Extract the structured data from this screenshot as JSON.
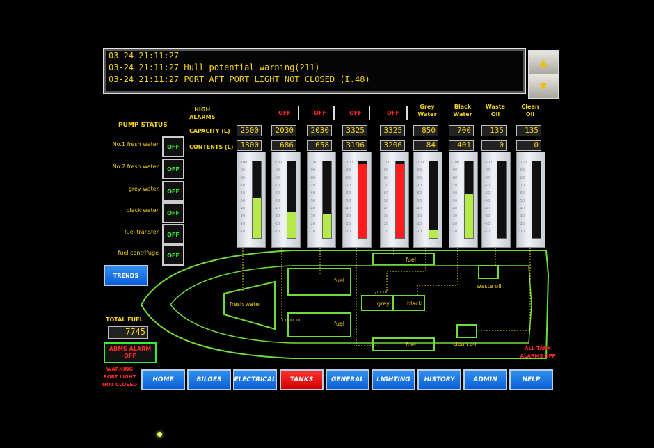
{
  "alarm_log": {
    "lines": [
      "03-24 21:11:27",
      "03-24 21:11:27 Hull potential warning(211)",
      "03-24 21:11:27 PORT AFT PORT LIGHT NOT CLOSED (I.48)"
    ],
    "scroll_up_icon": "up-arrow-icon",
    "scroll_down_icon": "down-arrow-icon"
  },
  "pump_status": {
    "title": "PUMP STATUS",
    "pumps": [
      {
        "name": "No.1 fresh water",
        "state": "OFF"
      },
      {
        "name": "No.2 fresh water",
        "state": "OFF"
      },
      {
        "name": "grey water",
        "state": "OFF"
      },
      {
        "name": "black water",
        "state": "OFF"
      },
      {
        "name": "fuel transfer",
        "state": "OFF"
      },
      {
        "name": "fuel centrifuge",
        "state": "OFF"
      }
    ]
  },
  "row_labels": {
    "high_alarms": "HIGH\nALARMS",
    "capacity": "CAPACITY (L)",
    "contents": "CONTENTS (L)"
  },
  "tanks": [
    {
      "header": "",
      "high_alarm": "",
      "capacity": "2500",
      "contents": "1300",
      "level": 0.52,
      "color": "#b6ea4a"
    },
    {
      "header": "",
      "high_alarm": "OFF",
      "capacity": "2030",
      "contents": "686",
      "level": 0.34,
      "color": "#b6ea4a"
    },
    {
      "header": "",
      "high_alarm": "OFF",
      "capacity": "2030",
      "contents": "658",
      "level": 0.32,
      "color": "#b6ea4a"
    },
    {
      "header": "",
      "high_alarm": "OFF",
      "capacity": "3325",
      "contents": "3196",
      "level": 0.96,
      "color": "#ff1e1e"
    },
    {
      "header": "",
      "high_alarm": "OFF",
      "capacity": "3325",
      "contents": "3206",
      "level": 0.96,
      "color": "#ff1e1e"
    },
    {
      "header": "Grey\nWater",
      "high_alarm": "",
      "capacity": "850",
      "contents": "84",
      "level": 0.1,
      "color": "#b6ea4a"
    },
    {
      "header": "Black\nWater",
      "high_alarm": "",
      "capacity": "700",
      "contents": "401",
      "level": 0.57,
      "color": "#b6ea4a"
    },
    {
      "header": "Waste\nOil",
      "high_alarm": "",
      "capacity": "135",
      "contents": "0",
      "level": 0.0,
      "color": "#b6ea4a"
    },
    {
      "header": "Clean\nOil",
      "high_alarm": "",
      "capacity": "135",
      "contents": "0",
      "level": 0.0,
      "color": "#b6ea4a"
    }
  ],
  "hull_tanks": {
    "fresh_water": "fresh water",
    "fuel_fwd_port": "fuel",
    "fuel_fwd_stbd": "fuel",
    "fuel_aft_top": "fuel",
    "fuel_aft_bottom": "fuel",
    "grey": "grey",
    "black": "black",
    "waste_oil": "waste oil",
    "clean_oil": "clean oil"
  },
  "trends_button": "TRENDS",
  "total_fuel": {
    "label": "TOTAL FUEL",
    "value": "7745"
  },
  "alarms_box": {
    "line1": "ABMS ALARM",
    "line2": "OFF"
  },
  "warning_text": "WARNING\nPORT LIGHT\nNOT CLOSED",
  "all_tank_alarms": "ALL TANK\nALARMS OFF",
  "nav": [
    {
      "label": "HOME",
      "active": false
    },
    {
      "label": "BILGES",
      "active": false
    },
    {
      "label": "ELECTRICAL",
      "active": false
    },
    {
      "label": "TANKS",
      "active": true
    },
    {
      "label": "GENERAL",
      "active": false
    },
    {
      "label": "LIGHTING",
      "active": false
    },
    {
      "label": "HISTORY",
      "active": false
    },
    {
      "label": "ADMIN",
      "active": false
    },
    {
      "label": "HELP",
      "active": false
    }
  ],
  "colors": {
    "accent_yellow": "#f2d21a",
    "alarm_red": "#ff2a2a",
    "ok_green": "#33ee33",
    "hull_green": "#6fdc3c",
    "nav_blue": "#0c5fd6"
  }
}
